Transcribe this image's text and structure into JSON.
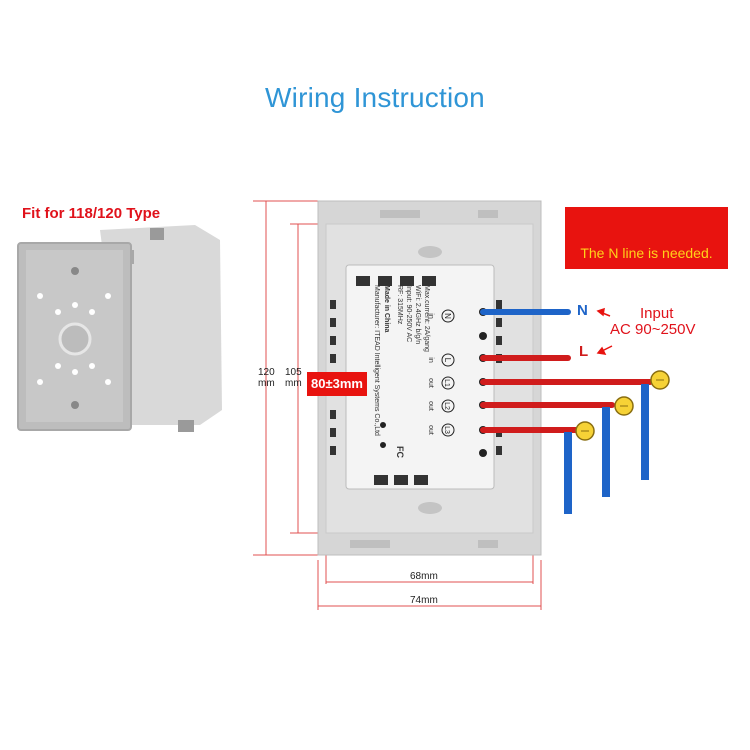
{
  "title": "Wiring Instruction",
  "fit_label": "Fit for 118/120 Type",
  "warning": {
    "text": "The N line is needed.",
    "icon": "exclamation-icon"
  },
  "input": {
    "label": "Input",
    "voltage": "AC 90~250V"
  },
  "lines": {
    "neutral": "N",
    "live": "L"
  },
  "dimensions": {
    "height_outer": "120",
    "height_inner": "105",
    "height_unit": "mm",
    "width_inner": "68mm",
    "width_outer": "74mm",
    "spacing": "80±3mm"
  },
  "module": {
    "made_in": "Made in China",
    "manufacturer": "Manufacturer: ITEAD Intelligent Systems Co.,Ltd",
    "max_current": "Max.current: 2A/gang",
    "wifi": "WiFi: 2.4GHz b/g/n",
    "input": "Input: 90-250V AC",
    "rf": "RF: 315MHz",
    "terminals": [
      "N",
      "L",
      "L1",
      "L2",
      "L3"
    ],
    "terminal_labels": [
      "in",
      "in",
      "out",
      "out",
      "out"
    ],
    "fc_mark": "FC"
  },
  "colors": {
    "title": "#2f95d6",
    "accent_red": "#e8130f",
    "wire_blue": "#1e64c8",
    "wire_red": "#d01c1c",
    "warning_yellow": "#ffd21a"
  }
}
